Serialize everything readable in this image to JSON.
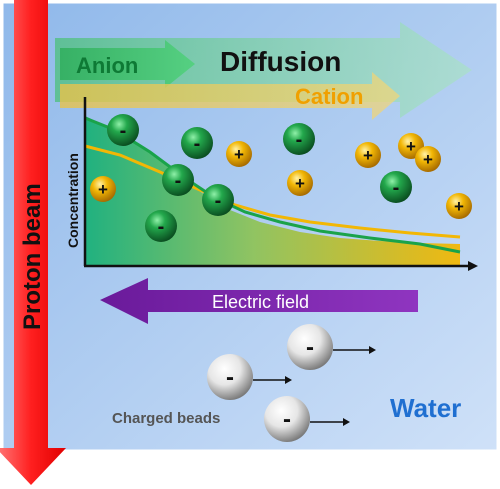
{
  "labels": {
    "proton_beam": "Proton beam",
    "diffusion": "Diffusion",
    "anion": "Anion",
    "cation": "Cation",
    "concentration": "Concentration",
    "electric_field": "Electric field",
    "charged_beads": "Charged beads",
    "water": "Water"
  },
  "signs": {
    "minus": "-",
    "plus": "+"
  },
  "colors": {
    "water_box": "#a9c9ef",
    "proton_beam": "#ff2a2a",
    "anion_green": "#1fa34a",
    "cation_yellow": "#f2b705",
    "electric_field_purple": "#7a1fa8",
    "water_text": "#1f6fd1"
  }
}
